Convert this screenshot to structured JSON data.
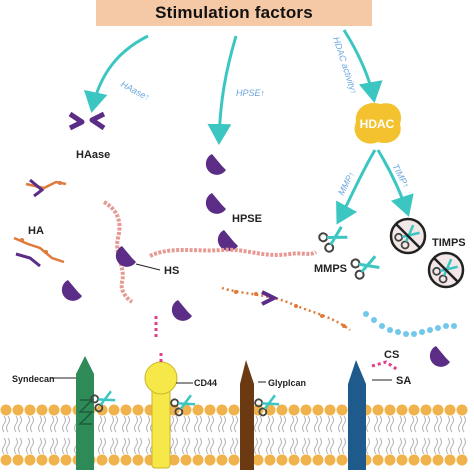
{
  "title": "Stimulation factors",
  "arrows": {
    "haase_up": "HAase↑",
    "hpse_up": "HPSE↑",
    "hdac_activity_up": "HDAC activity↑",
    "mmp_up": "MMP↑",
    "timp_up": "TIMP↑"
  },
  "labels": {
    "haase": "HAase",
    "hpse": "HPSE",
    "ha": "HA",
    "hs": "HS",
    "hdac": "HDAC",
    "mmps": "MMPS",
    "timps": "TIMPS",
    "cs": "CS",
    "sa": "SA",
    "syndecan": "Syndecan",
    "cd44": "CD44",
    "glypican": "Glyplcan"
  },
  "colors": {
    "banner": "#f6c9a6",
    "arrow": "#3cc6c2",
    "arrow_text": "#6aa6df",
    "enzyme": "#5b2d86",
    "hdac": "#f3c22e",
    "chain_orange": "#e07a3a",
    "chain_pink": "#e79a93",
    "membrane": "#f0b24a",
    "syndecan": "#2e8a57",
    "cd44": "#f7e84a",
    "glypican": "#6b3a12",
    "blue_protein": "#1e5a8c",
    "cs_beads": "#72c8ea",
    "sa_pink": "#e0408a"
  }
}
